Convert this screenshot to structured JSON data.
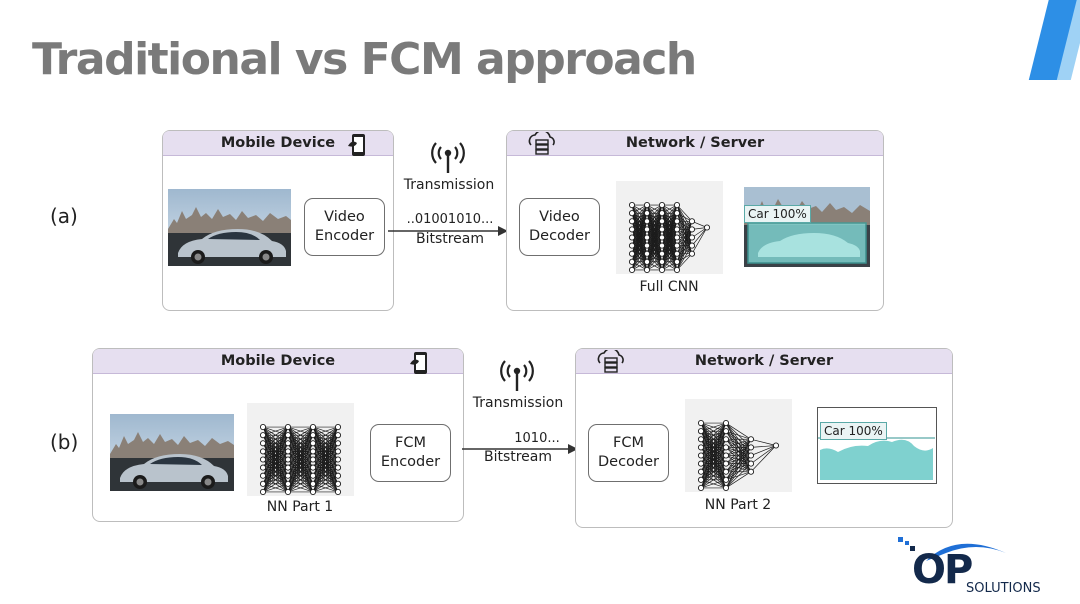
{
  "title": "Traditional vs FCM approach",
  "colors": {
    "title": "#7a7a7a",
    "panel_header": "#e6dff0",
    "panel_border": "#bdbdbd",
    "box_border": "#6f6f6f",
    "detection": "#7fd1cf",
    "logo_blue": "#1f6fd6",
    "logo_navy": "#13294b",
    "accent": "#2d8fe6"
  },
  "row_a": {
    "label": "(a)",
    "mobile_panel": {
      "title": "Mobile Device",
      "icon": "smartphone-icon"
    },
    "encoder": "Video\nEncoder",
    "transmission": {
      "icon": "antenna-icon",
      "label": "Transmission",
      "bits": "..01001010...",
      "bitstream": "Bitstream"
    },
    "server_panel": {
      "title": "Network / Server",
      "icon": "cloud-server-icon"
    },
    "decoder": "Video\nDecoder",
    "network_label": "Full CNN",
    "detection": "Car 100%"
  },
  "row_b": {
    "label": "(b)",
    "mobile_panel": {
      "title": "Mobile Device",
      "icon": "smartphone-icon"
    },
    "nn_part1": "NN Part 1",
    "encoder": "FCM\nEncoder",
    "transmission": {
      "icon": "antenna-icon",
      "label": "Transmission",
      "bits": "1010...",
      "bitstream": "Bitstream"
    },
    "server_panel": {
      "title": "Network / Server",
      "icon": "cloud-server-icon"
    },
    "decoder": "FCM\nDecoder",
    "nn_part2": "NN Part 2",
    "detection": "Car 100%"
  },
  "logo": {
    "initials": "OP",
    "name": "SOLUTIONS"
  }
}
